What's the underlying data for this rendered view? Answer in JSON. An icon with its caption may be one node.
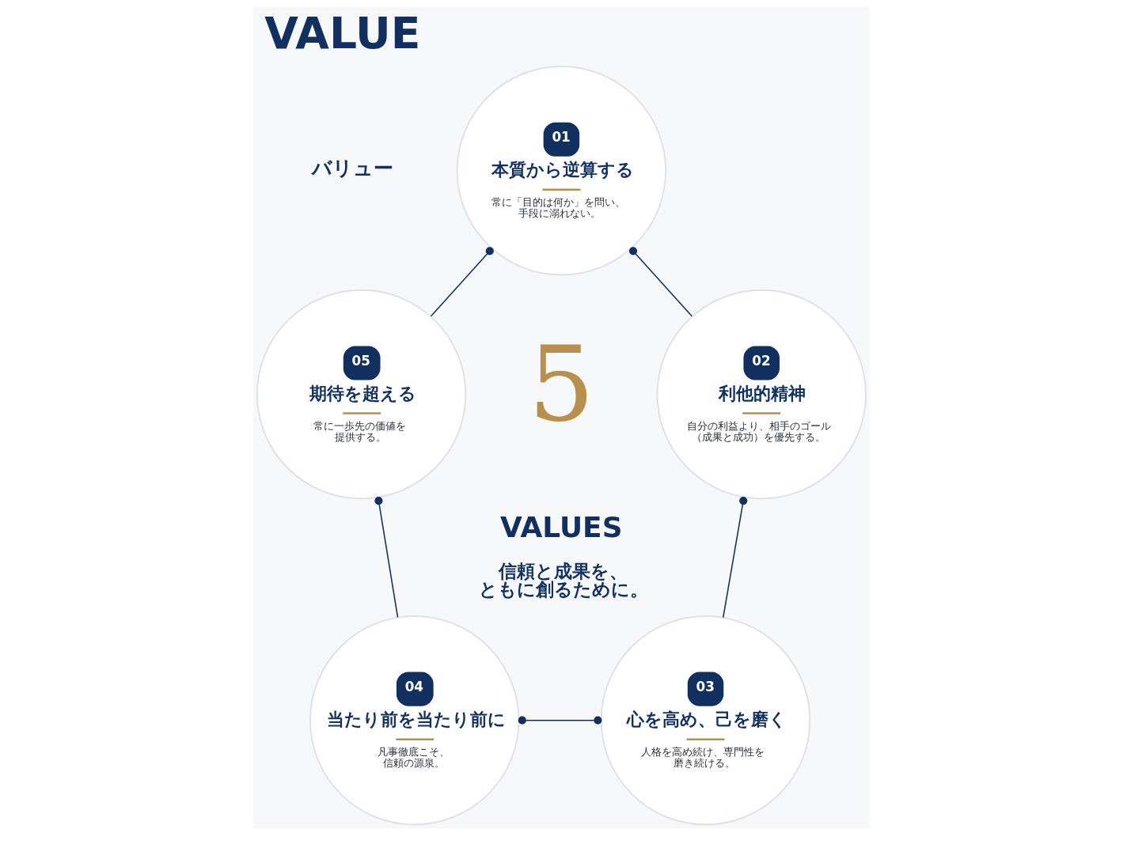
{
  "diagram": {
    "title": "VALUE",
    "nodes": [
      {
        "text": [
          "01",
          "本質から逆算する",
          "常に「目的は何か」を問い、手段に溺れない。"
        ]
      },
      {
        "text": [
          "02",
          "利他的精神",
          "自分の利益より、相手のゴール（成果と成功）を優先する。"
        ]
      },
      {
        "text": [
          "03",
          "心を高め、己を磨く",
          "人格を高め続け、専門性を磨き続ける。"
        ]
      },
      {
        "text": [
          "04",
          "当たり前を当たり前に",
          "凡事徹底こそ、信頼の源泉。"
        ]
      },
      {
        "text": [
          "05",
          "期待を超える",
          "常に一歩先の価値を提供する。"
        ]
      }
    ],
    "edges": [
      {
        "from": 0,
        "to": 1,
        "arrow": "other"
      },
      {
        "from": 1,
        "to": 2,
        "arrow": "other"
      },
      {
        "from": 3,
        "to": 2,
        "arrow": "other"
      },
      {
        "from": 4,
        "to": 3,
        "arrow": "other"
      },
      {
        "from": 0,
        "to": 4,
        "arrow": "other"
      }
    ],
    "labels": [
      "バリュー",
      "5",
      "VALUES",
      "信頼と成果を、ともに創るために。"
    ]
  }
}
